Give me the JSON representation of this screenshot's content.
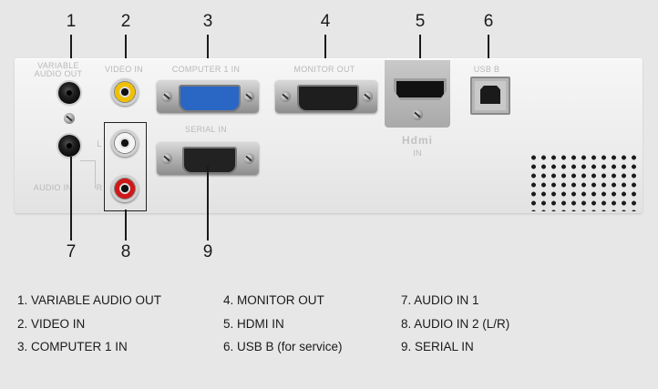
{
  "callouts": [
    "1",
    "2",
    "3",
    "4",
    "5",
    "6",
    "7",
    "8",
    "9"
  ],
  "panel_labels": {
    "variable_audio_out": "VARIABLE\nAUDIO OUT",
    "video_in": "VIDEO IN",
    "computer_1_in": "COMPUTER 1 IN",
    "monitor_out": "MONITOR OUT",
    "usb_b": "USB B",
    "serial_in": "SERIAL IN",
    "l": "L",
    "r": "R",
    "audio_in": "AUDIO IN",
    "hdmi_logo": "Hdmi",
    "hdmi_in": "IN"
  },
  "legend": {
    "col1": [
      "1. VARIABLE AUDIO OUT",
      "2. VIDEO IN",
      "3. COMPUTER 1 IN"
    ],
    "col2": [
      "4. MONITOR OUT",
      "5. HDMI IN",
      "6. USB B (for service)"
    ],
    "col3": [
      "7. AUDIO IN 1",
      "8. AUDIO IN 2 (L/R)",
      "9. SERIAL IN"
    ]
  },
  "colors": {
    "background": "#e7e7e7",
    "rca_yellow": "#f0c000",
    "rca_white": "#f4f4f4",
    "rca_red": "#d01818",
    "vga_blue": "#2a66c4"
  }
}
